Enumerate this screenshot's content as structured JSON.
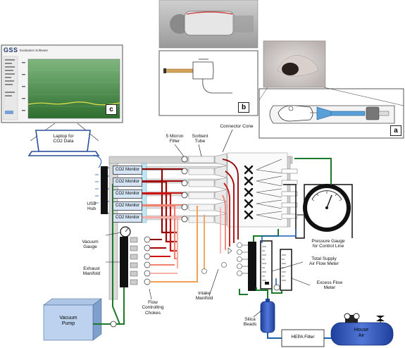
{
  "software": {
    "logo": "GSS",
    "subtitle": "Evaluation Software"
  },
  "panels": {
    "a": "a",
    "b": "b",
    "c": "c"
  },
  "labels": {
    "laptop": "Laptop for\nCO2 Data",
    "usb_hub": "USB\nHub",
    "vacuum_gauge": "Vacuum\nGauge",
    "exhaust_manifold": "Exhaust\nManifold",
    "flow_chokes": "Flow\nControlling\nChokes",
    "vacuum_pump": "Vacuum\nPump",
    "micron_filter": "5 Micron\nFilter",
    "sorbent_tube": "Sorbent\nTube",
    "connector_cone": "Connector Cone",
    "pressure_gauge": "Pressure Gauge\nfor Control Line",
    "total_supply": "Total Supply\nAir Flow Meter",
    "excess_flow": "Excess Flow\nMeter",
    "intake_manifold": "Intake\nManifold",
    "silica_beads": "Silica\nBeads",
    "hepa_filter": "HEPA Filter",
    "house_air": "House\nAir"
  },
  "monitors": [
    "CO2 Monitor",
    "CO2 Monitor",
    "CO2 Monitor",
    "CO2 Monitor",
    "CO2 Monitor"
  ],
  "colors": {
    "red_dark": "#8b0000",
    "red": "#cc1111",
    "salmon": "#f08070",
    "pink": "#f6b0a8",
    "orange": "#f0a050",
    "green": "#1a7a2a",
    "blue": "#1a5fb4",
    "monitor_fill": "#d7e6f6",
    "chart_green": "#3d8a3d"
  }
}
